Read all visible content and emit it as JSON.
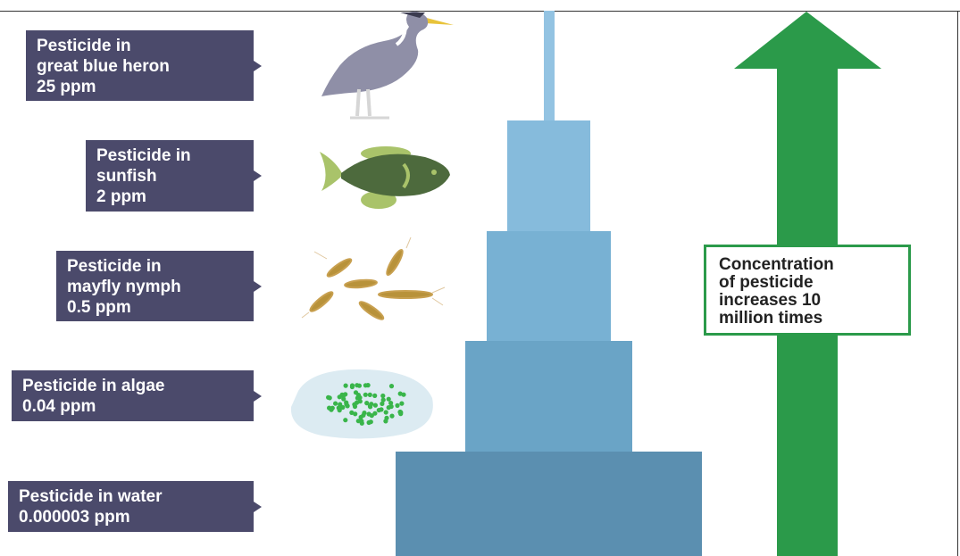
{
  "labels": [
    {
      "id": "heron",
      "lines": [
        "Pesticide in",
        "great blue heron",
        "25 ppm"
      ]
    },
    {
      "id": "sunfish",
      "lines": [
        "Pesticide in",
        "sunfish",
        "2 ppm"
      ]
    },
    {
      "id": "mayfly",
      "lines": [
        "Pesticide in",
        "mayfly nymph",
        "0.5 ppm"
      ]
    },
    {
      "id": "algae",
      "lines": [
        "Pesticide in algae",
        "0.04 ppm"
      ]
    },
    {
      "id": "water",
      "lines": [
        "Pesticide in water",
        "0.000003 ppm"
      ]
    }
  ],
  "concentration_note": {
    "lines": [
      "Concentration",
      "of pesticide",
      "increases 10",
      "million times"
    ]
  },
  "colors": {
    "label_bg": "#4b4a6b",
    "arrow": "#2b9a4a",
    "tier_1": "#5b8fb0",
    "tier_2": "#6aa4c6",
    "tier_3": "#78b1d3",
    "tier_4": "#86bbdc",
    "tier_5": "#93c3e2"
  },
  "icons": [
    "heron-icon",
    "sunfish-icon",
    "mayfly-nymph-icon",
    "algae-icon"
  ]
}
